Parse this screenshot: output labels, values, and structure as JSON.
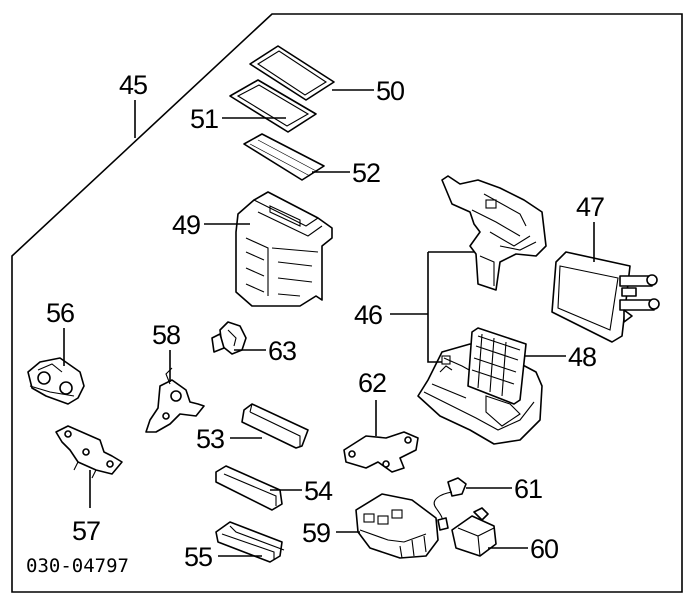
{
  "diagram": {
    "callouts": {
      "c45": "45",
      "c46": "46",
      "c47": "47",
      "c48": "48",
      "c49": "49",
      "c50": "50",
      "c51": "51",
      "c52": "52",
      "c53": "53",
      "c54": "54",
      "c55": "55",
      "c56": "56",
      "c57": "57",
      "c58": "58",
      "c59": "59",
      "c60": "60",
      "c61": "61",
      "c62": "62",
      "c63": "63"
    },
    "reference_code": "030-04797"
  }
}
